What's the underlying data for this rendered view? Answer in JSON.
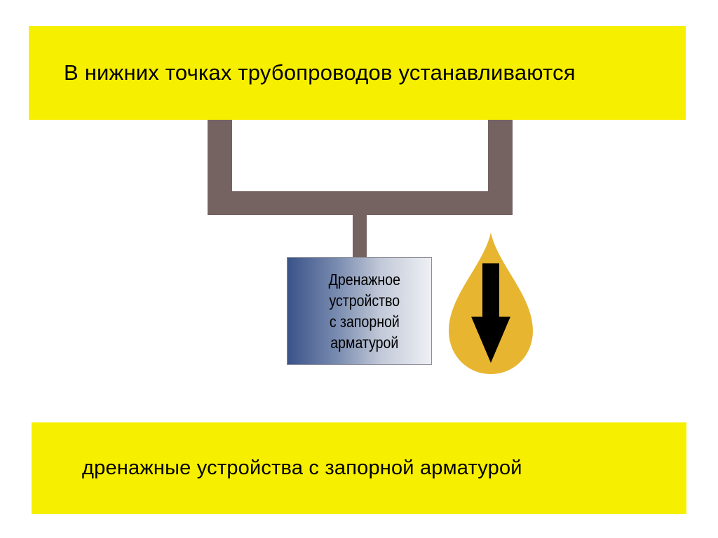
{
  "banners": {
    "top_text": "В нижних точках трубопроводов устанавливаются",
    "bottom_text": "дренажные устройства с запорной арматурой"
  },
  "diagram": {
    "drain_box_label": "Дренажное\nустройство\nс запорной\nарматурой",
    "drop_icon": "drain-drop-arrow-down-icon"
  },
  "colors": {
    "banner": "#f7ef00",
    "pipe": "#756361",
    "drop": "#e8b531",
    "arrow": "#000000"
  }
}
